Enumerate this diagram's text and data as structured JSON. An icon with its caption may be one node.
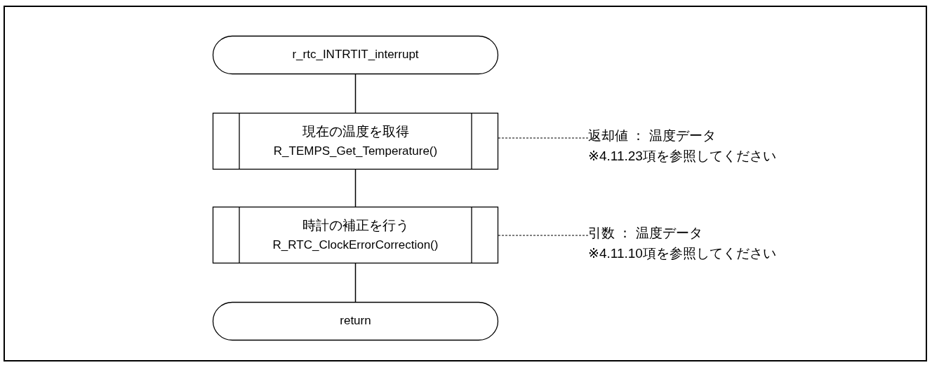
{
  "diagram": {
    "nodes": [
      {
        "text": [
          "r_rtc_INTRTIT_interrupt"
        ]
      },
      {
        "text": [
          "現在の温度を取得",
          "R_TEMPS_Get_Temperature()"
        ]
      },
      {
        "text": [
          "時計の補正を行う",
          "R_RTC_ClockErrorCorrection()"
        ]
      },
      {
        "text": [
          "return"
        ]
      },
      {
        "text": [
          "返却値 ： 温度データ",
          "※4.11.23項を参照してください"
        ]
      },
      {
        "text": [
          "引数 ： 温度データ",
          "※4.11.10項を参照してください"
        ]
      }
    ],
    "edges": [
      {
        "from": 0,
        "to": 1,
        "arrow": "none"
      },
      {
        "from": 1,
        "to": 2,
        "arrow": "none"
      },
      {
        "from": 2,
        "to": 3,
        "arrow": "none"
      },
      {
        "from": 4,
        "to": 1,
        "arrow": "none",
        "style": "dashed"
      },
      {
        "from": 5,
        "to": 2,
        "arrow": "none",
        "style": "dashed"
      }
    ]
  }
}
